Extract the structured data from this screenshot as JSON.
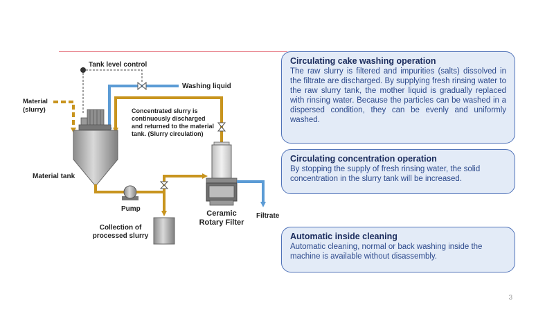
{
  "diagram": {
    "labels": {
      "tank_level_control": "Tank level control",
      "washing_liquid": "Washing liquid",
      "material": "Material\n(slurry)",
      "concentrated_note": "Concentrated slurry is\ncontinuously discharged\nand returned to the material\ntank.   (Slurry circulation)",
      "material_tank": "Material tank",
      "pump": "Pump",
      "ceramic_filter": "Ceramic\nRotary Filter",
      "filtrate": "Filtrate",
      "collection": "Collection of\nprocessed slurry"
    },
    "colors": {
      "slurry_line": "#c8941e",
      "water_line": "#5b9bd5",
      "vessel": "#a6a6a6"
    }
  },
  "sections": [
    {
      "title": "Circulating cake washing operation",
      "body": "The raw slurry is filtered and impurities (salts) dissolved in the filtrate are discharged. By supplying fresh rinsing water to the raw slurry tank, the mother liquid is gradually replaced with rinsing water. Because the particles can be washed in a dispersed condition, they can be evenly and uniformly washed."
    },
    {
      "title": "Circulating concentration operation",
      "body": "By stopping the supply of fresh rinsing water, the solid concentration in the slurry tank will be increased."
    },
    {
      "title": "Automatic inside cleaning",
      "body": "Automatic cleaning, normal or back washing inside the machine is available without disassembly."
    }
  ],
  "page_number": "3"
}
